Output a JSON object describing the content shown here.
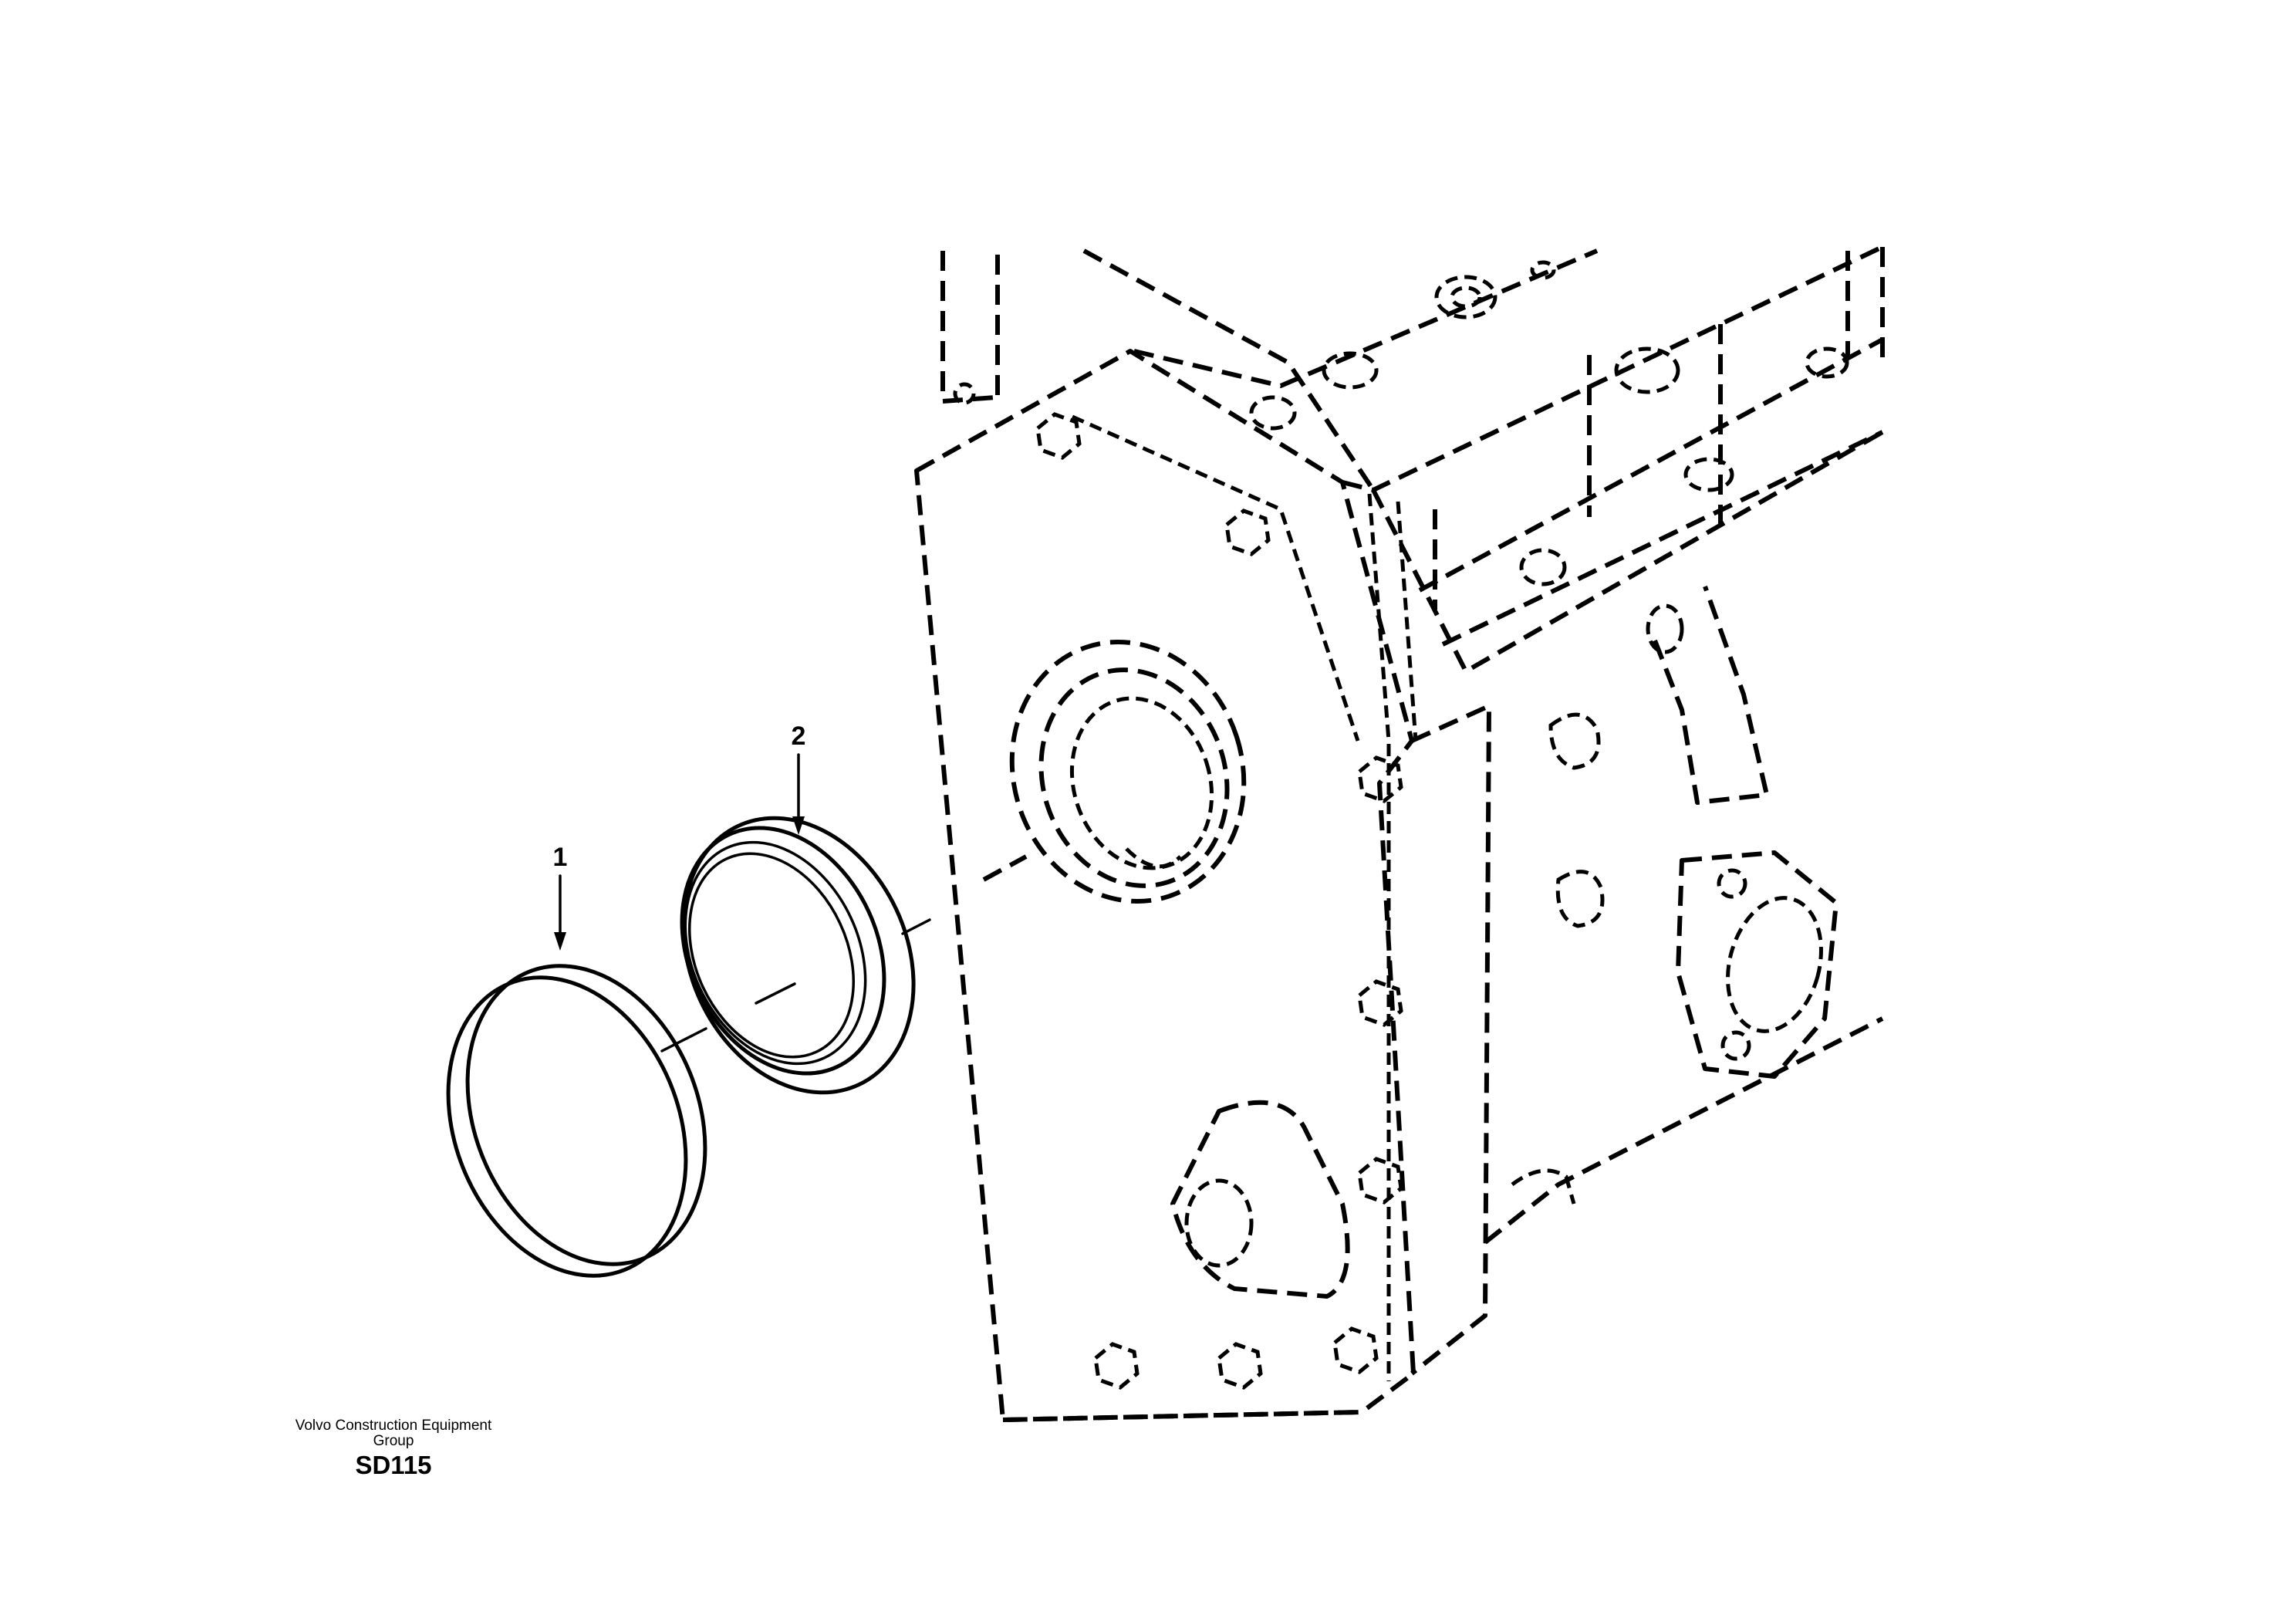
{
  "callouts": [
    {
      "number": "1",
      "part": "cover"
    },
    {
      "number": "2",
      "part": "seal ring"
    }
  ],
  "footer": {
    "organization": "Volvo Construction Equipment Group",
    "code": "SD115"
  }
}
